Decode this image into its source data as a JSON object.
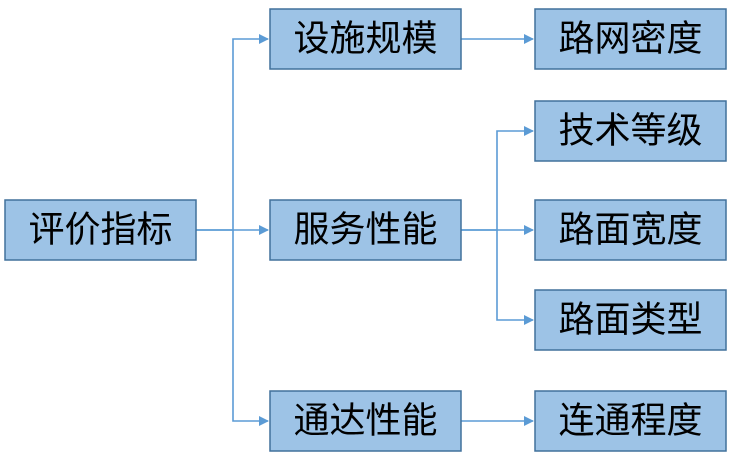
{
  "colors": {
    "box_fill": "#9dc3e6",
    "box_border": "#41719c",
    "connector": "#5b9bd5",
    "text": "#000000"
  },
  "root": {
    "label": "评价指标"
  },
  "categories": [
    {
      "label": "设施规模",
      "children": [
        {
          "label": "路网密度"
        }
      ]
    },
    {
      "label": "服务性能",
      "children": [
        {
          "label": "技术等级"
        },
        {
          "label": "路面宽度"
        },
        {
          "label": "路面类型"
        }
      ]
    },
    {
      "label": "通达性能",
      "children": [
        {
          "label": "连通程度"
        }
      ]
    }
  ]
}
